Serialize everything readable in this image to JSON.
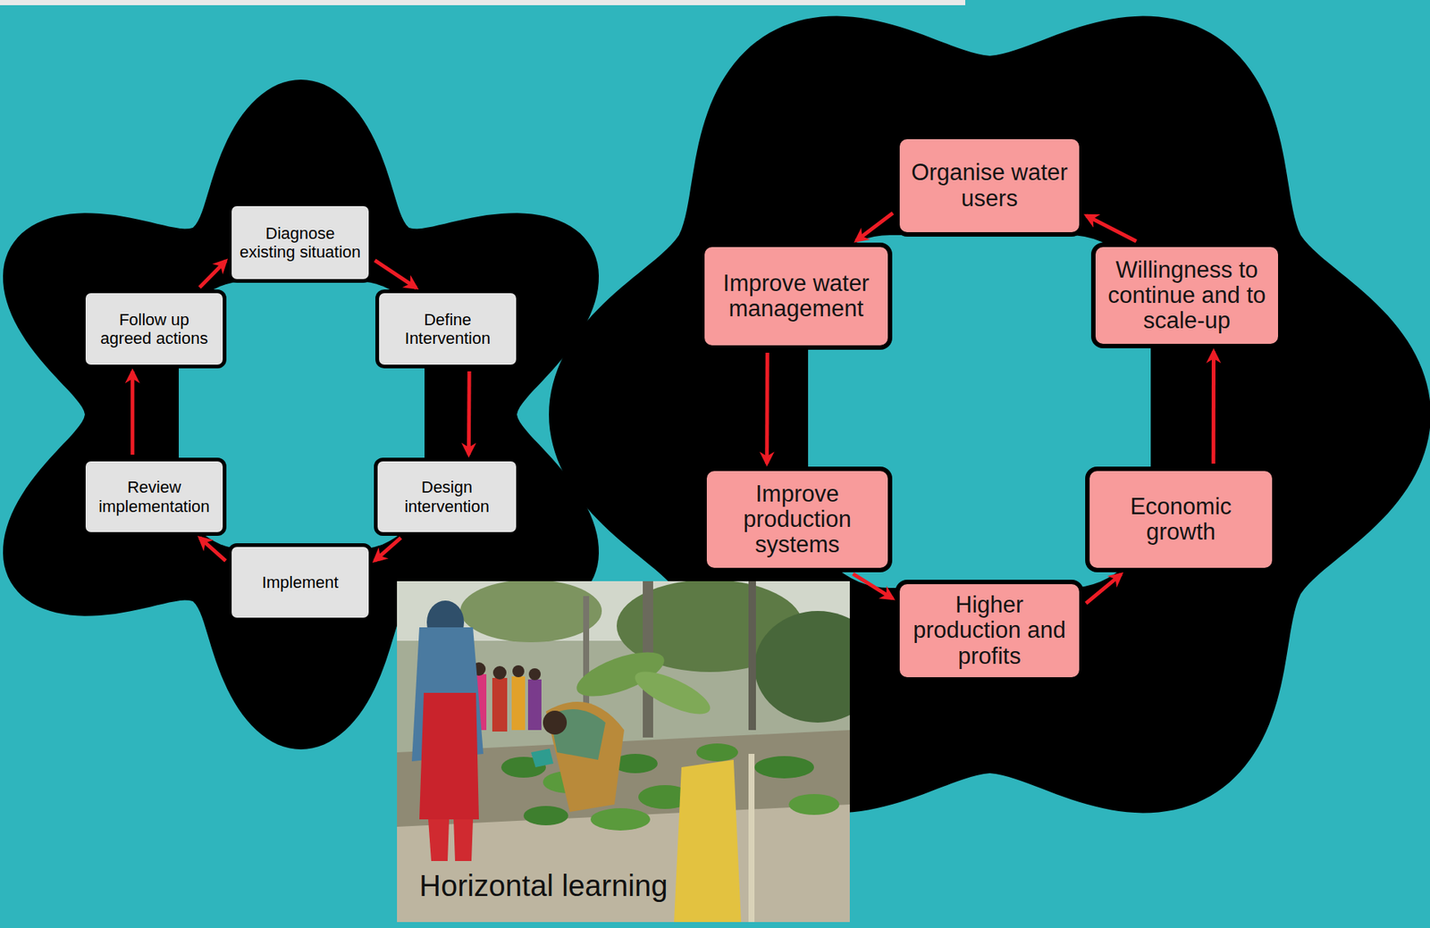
{
  "diagram": {
    "nodes": [
      {
        "text": [
          "Diagnose existing situation"
        ]
      },
      {
        "text": [
          "Define Intervention"
        ]
      },
      {
        "text": [
          "Design intervention"
        ]
      },
      {
        "text": [
          "Implement"
        ]
      },
      {
        "text": [
          "Review implementation"
        ]
      },
      {
        "text": [
          "Follow up agreed actions"
        ]
      },
      {
        "text": [
          "Organise water users"
        ]
      },
      {
        "text": [
          "Improve water management"
        ]
      },
      {
        "text": [
          "Improve production systems"
        ]
      },
      {
        "text": [
          "Higher production and profits"
        ]
      },
      {
        "text": [
          "Economic growth"
        ]
      },
      {
        "text": [
          "Willingness to continue and to scale-up"
        ]
      }
    ],
    "edges": [
      {
        "from": 0,
        "to": 1,
        "arrow": "to"
      },
      {
        "from": 1,
        "to": 2,
        "arrow": "to"
      },
      {
        "from": 2,
        "to": 3,
        "arrow": "to"
      },
      {
        "from": 3,
        "to": 4,
        "arrow": "to"
      },
      {
        "from": 4,
        "to": 5,
        "arrow": "to"
      },
      {
        "from": 5,
        "to": 0,
        "arrow": "to"
      },
      {
        "from": 6,
        "to": 7,
        "arrow": "to"
      },
      {
        "from": 7,
        "to": 8,
        "arrow": "to"
      },
      {
        "from": 8,
        "to": 9,
        "arrow": "to"
      },
      {
        "from": 9,
        "to": 10,
        "arrow": "to"
      },
      {
        "from": 10,
        "to": 11,
        "arrow": "to"
      },
      {
        "from": 11,
        "to": 6,
        "arrow": "to"
      }
    ],
    "labels": [
      "Horizontal learning"
    ]
  }
}
